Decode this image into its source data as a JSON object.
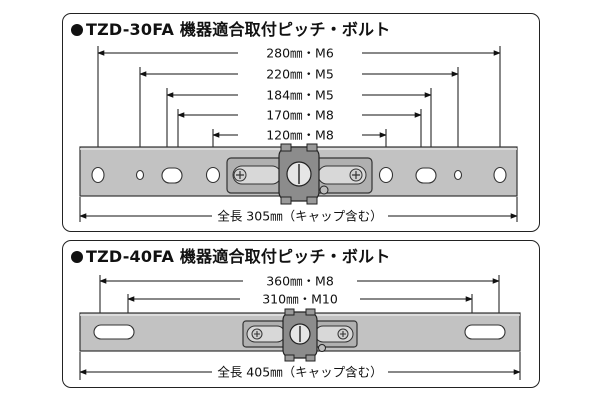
{
  "panels": [
    {
      "title": "TZD-30FA 機器適合取付ピッチ・ボルト",
      "dimensions": [
        {
          "label": "280㎜・M6"
        },
        {
          "label": "220㎜・M5"
        },
        {
          "label": "184㎜・M5"
        },
        {
          "label": "170㎜・M8"
        },
        {
          "label": "120㎜・M8"
        }
      ],
      "total_label": "全長 305㎜（キャップ含む）"
    },
    {
      "title": "TZD-40FA 機器適合取付ピッチ・ボルト",
      "dimensions": [
        {
          "label": "360㎜・M8"
        },
        {
          "label": "310㎜・M10"
        }
      ],
      "total_label": "全長 405㎜（キャップ含む）"
    }
  ],
  "colors": {
    "bar_fill": "#c2c2c2",
    "bar_stroke": "#333333",
    "line": "#111111",
    "hub_fill": "#8c8c8c"
  }
}
